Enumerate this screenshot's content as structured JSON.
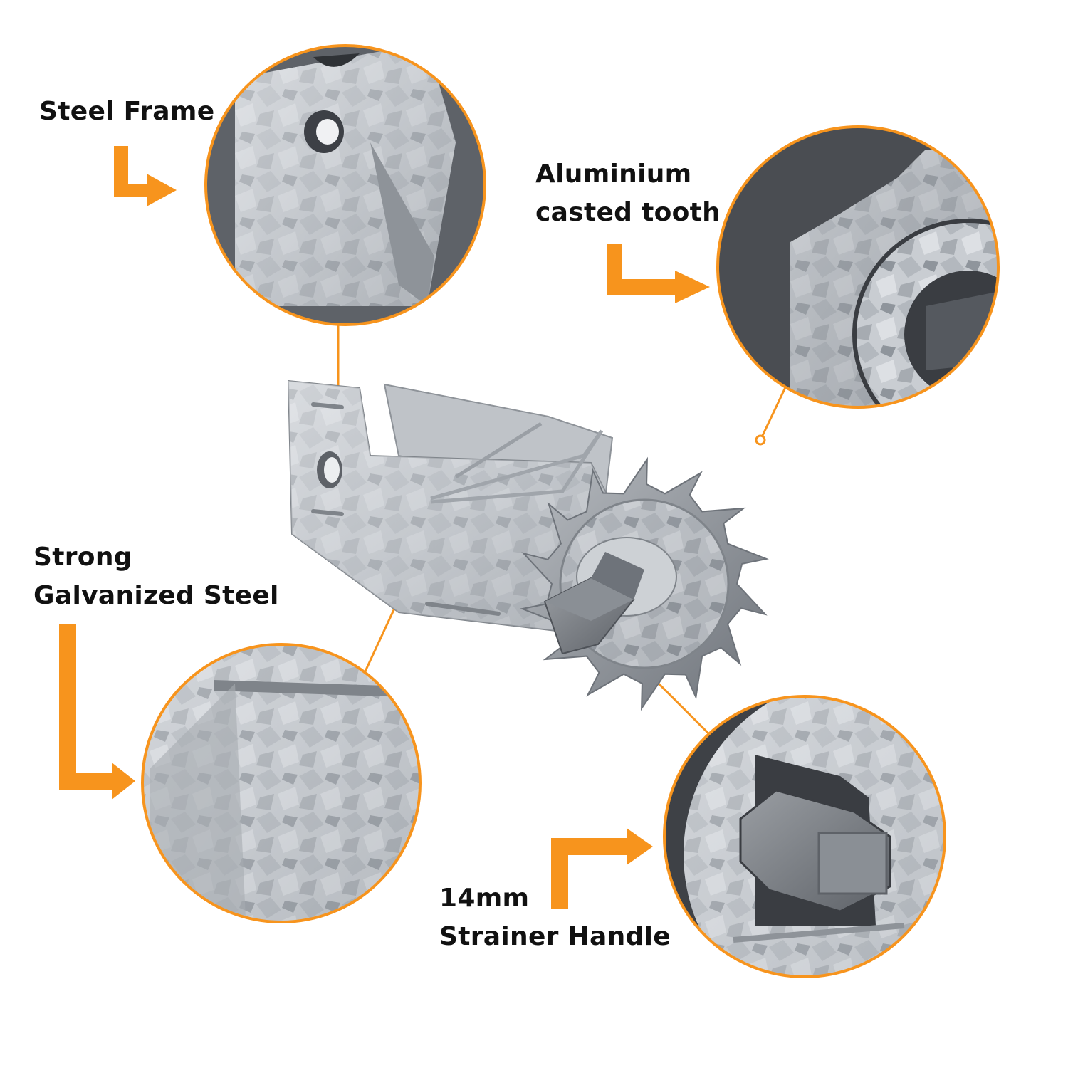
{
  "callouts": {
    "steel_frame": {
      "line1": "Steel Frame"
    },
    "aluminium_tooth": {
      "line1": "Aluminium",
      "line2": "casted tooth"
    },
    "galvanized_steel": {
      "line1": "Strong",
      "line2": "Galvanized Steel"
    },
    "strainer_handle": {
      "line1": "14mm",
      "line2": "Strainer Handle"
    }
  },
  "colors": {
    "accent": "#F7941D",
    "metal_light": "#D9DCE0",
    "metal_mid": "#A9AEB4",
    "metal_dark": "#6E737A",
    "background": "#FFFFFF"
  }
}
